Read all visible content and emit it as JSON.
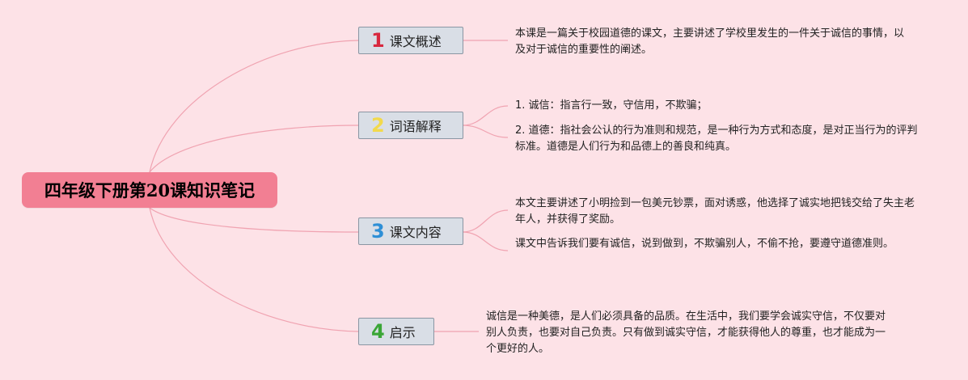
{
  "central_topic": "四年级下册第20课知识笔记",
  "colors": {
    "background": "#fde2e7",
    "central_fill": "#f27f93",
    "connector": "#f0a3b1",
    "branch_fill": "#d9dee6",
    "branch_border": "#8a96a3"
  },
  "branches": [
    {
      "number": "1",
      "number_color": "#d8283f",
      "label": "课文概述",
      "leaves": [
        "本课是一篇关于校园道德的课文，主要讲述了学校里发生的一件关于诚信的事情，以及对于诚信的重要性的阐述。"
      ]
    },
    {
      "number": "2",
      "number_color": "#f2d94c",
      "label": "词语解释",
      "leaves": [
        "1. 诚信：指言行一致，守信用，不欺骗；",
        "2. 道德：指社会公认的行为准则和规范，是一种行为方式和态度，是对正当行为的评判标准。道德是人们行为和品德上的善良和纯真。"
      ]
    },
    {
      "number": "3",
      "number_color": "#2e8fd6",
      "label": "课文内容",
      "leaves": [
        "本文主要讲述了小明捡到一包美元钞票，面对诱惑，他选择了诚实地把钱交给了失主老年人，并获得了奖励。",
        "课文中告诉我们要有诚信，说到做到，不欺骗别人，不偷不抢，要遵守道德准则。"
      ]
    },
    {
      "number": "4",
      "number_color": "#3aa636",
      "label": "启示",
      "leaves": [
        "诚信是一种美德，是人们必须具备的品质。在生活中，我们要学会诚实守信，不仅要对别人负责，也要对自己负责。只有做到诚实守信，才能获得他人的尊重，也才能成为一个更好的人。"
      ]
    }
  ]
}
